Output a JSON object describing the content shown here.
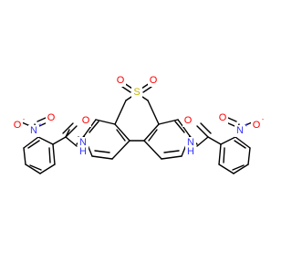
{
  "molecule": {
    "colors": {
      "carbon": "#000000",
      "nitrogen": "#3333ff",
      "oxygen": "#ff0000",
      "sulfur": "#c8b400"
    },
    "labels": {
      "sulfur": "S",
      "sulfone_oxygen_left": "O",
      "sulfone_oxygen_right": "O",
      "amide_n_left": "N",
      "amide_h_left": "H",
      "amide_n_right": "N",
      "amide_h_right": "H",
      "carbonyl_o_left": "O",
      "carbonyl_o_right": "O",
      "nitro_n_left": "N",
      "nitro_n_left_charge": "+",
      "nitro_o_minus_left": "O",
      "nitro_o_minus_left_charge": "-",
      "nitro_o_left": "O",
      "nitro_n_right": "N",
      "nitro_n_right_charge": "+",
      "nitro_o_minus_right": "O",
      "nitro_o_minus_right_charge": "-",
      "nitro_o_right": "O"
    }
  }
}
